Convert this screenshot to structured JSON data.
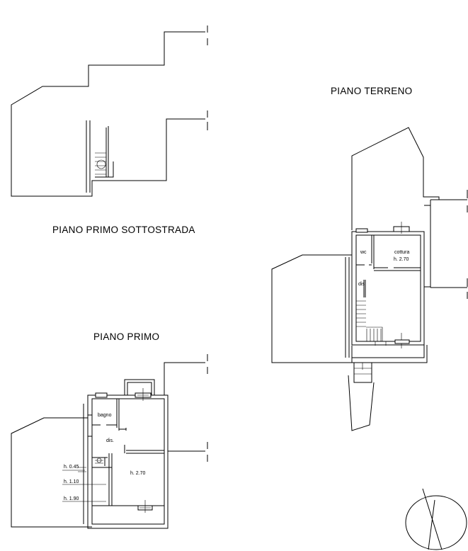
{
  "plans": {
    "sottostrada": {
      "title": "PIANO PRIMO SOTTOSTRADA"
    },
    "terreno": {
      "title": "PIANO TERRENO",
      "rooms": {
        "wc": "wc",
        "cottura": "cottura",
        "cottura_h": "h. 2.70",
        "dis": "dis."
      }
    },
    "primo": {
      "title": "PIANO PRIMO",
      "rooms": {
        "bagno": "bagno",
        "dis": "dis.",
        "main_h": "h. 2.70"
      },
      "heights": [
        "h. 0.45",
        "h. 1.10",
        "h. 1.90"
      ]
    }
  },
  "north_arrow": {
    "icon": "north-arrow-icon"
  }
}
